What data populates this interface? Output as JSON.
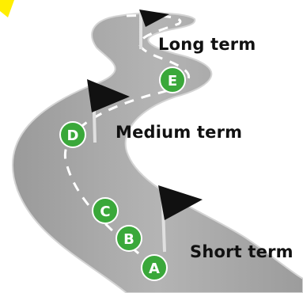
{
  "colors": {
    "road": "#a8a8a8",
    "road_dark": "#8a8a8a",
    "road_edge": "#d9d9d9",
    "lane": "#ffffff",
    "marker": "#3aa83a",
    "marker_text": "#ffffff",
    "flag": "#111111",
    "pole": "#e0e0e0",
    "accent_corner": "#ffee00"
  },
  "labels": {
    "long": "Long term",
    "medium": "Medium term",
    "short": "Short term"
  },
  "markers": [
    "A",
    "B",
    "C",
    "D",
    "E"
  ]
}
